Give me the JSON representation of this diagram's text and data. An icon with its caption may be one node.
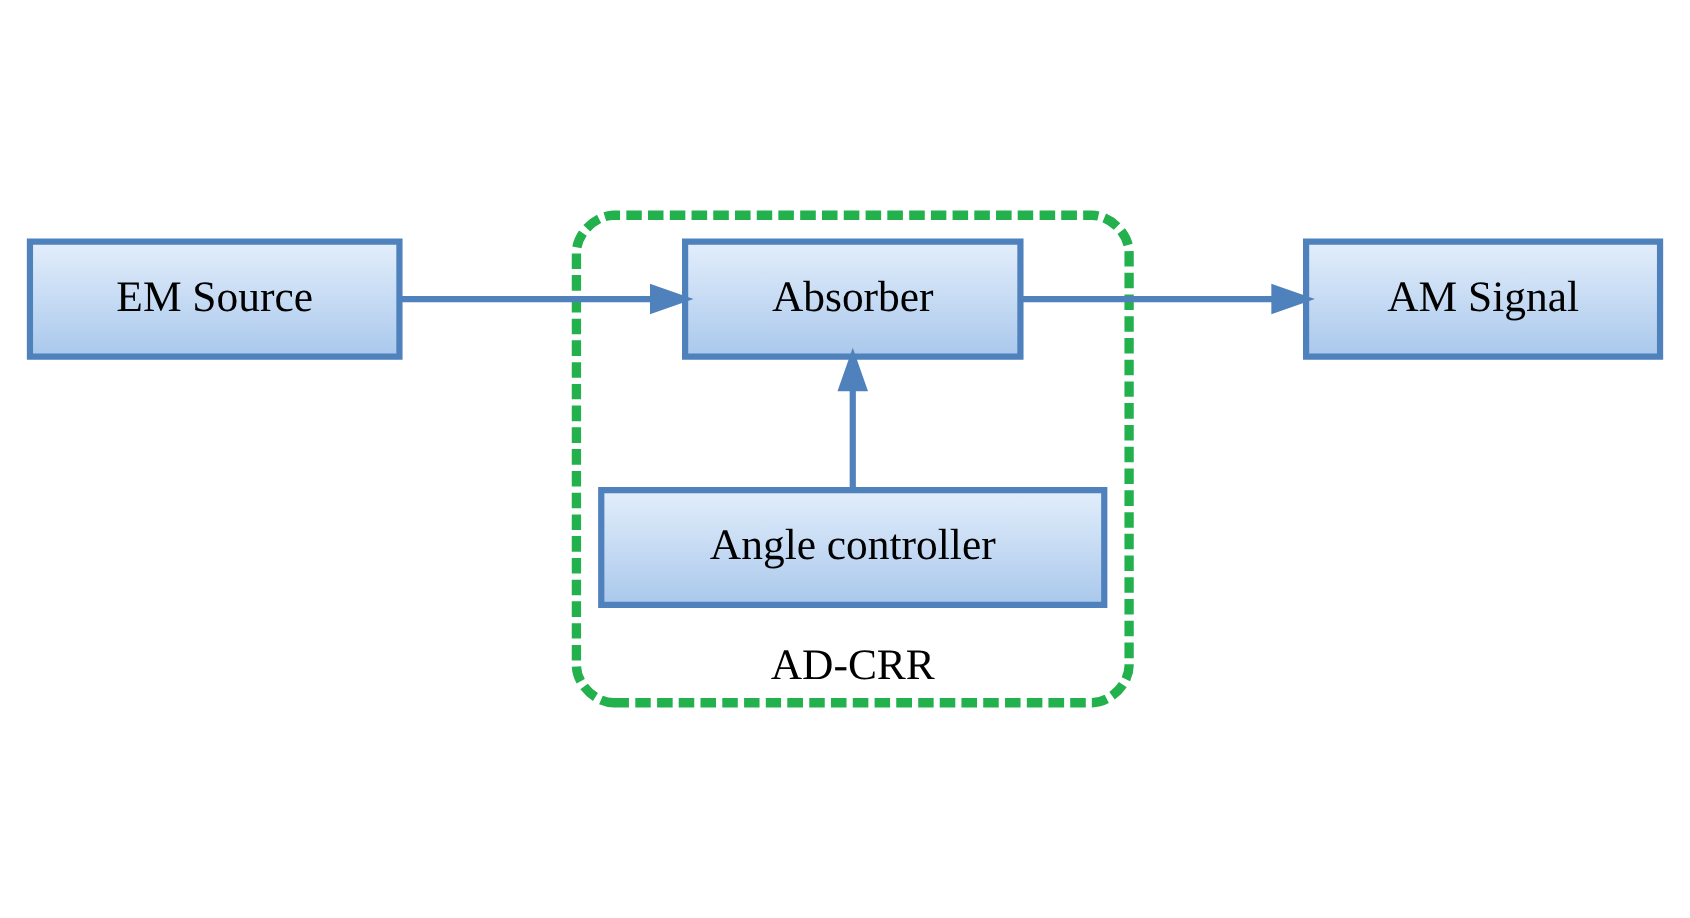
{
  "diagram": {
    "nodes": [
      {
        "text": [
          "AD-CRR"
        ]
      },
      {
        "text": [
          "Angle controller"
        ],
        "in": 0
      },
      {
        "text": [
          "EM Source"
        ]
      },
      {
        "text": [
          "Absorber"
        ],
        "in": 0
      },
      {
        "text": [
          "AM Signal"
        ]
      }
    ],
    "edges": [
      {
        "from": 1,
        "to": 3,
        "arrow": "to"
      },
      {
        "from": 2,
        "to": 3,
        "arrow": "to"
      },
      {
        "from": 3,
        "to": 4,
        "arrow": "to"
      }
    ]
  }
}
